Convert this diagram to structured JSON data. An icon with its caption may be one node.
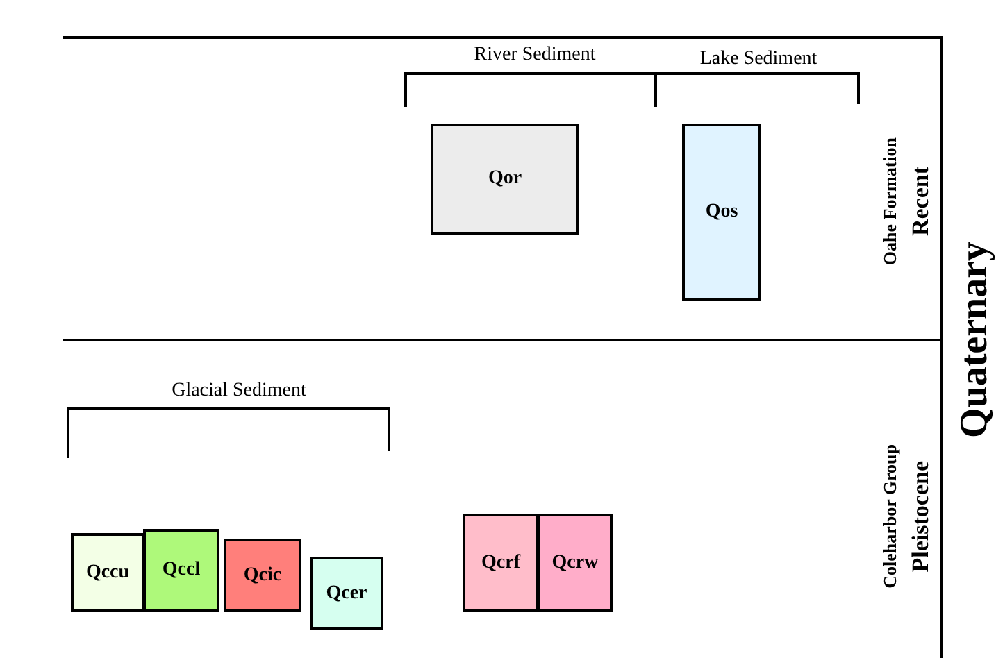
{
  "diagram": {
    "nodes": [
      {
        "text": [
          "Qor"
        ]
      },
      {
        "text": [
          "Qos"
        ]
      },
      {
        "text": [
          "Qccu"
        ]
      },
      {
        "text": [
          "Qccl"
        ]
      },
      {
        "text": [
          "Qcic"
        ]
      },
      {
        "text": [
          "Qcer"
        ]
      },
      {
        "text": [
          "Qcrf"
        ]
      },
      {
        "text": [
          "Qcrw"
        ]
      }
    ],
    "labels": [
      "River Sediment",
      "Lake Sediment",
      "Oahe Formation",
      "Recent",
      "Quaternary",
      "Glacial Sediment",
      "Coleharbor Group",
      "Pleistocene"
    ]
  }
}
